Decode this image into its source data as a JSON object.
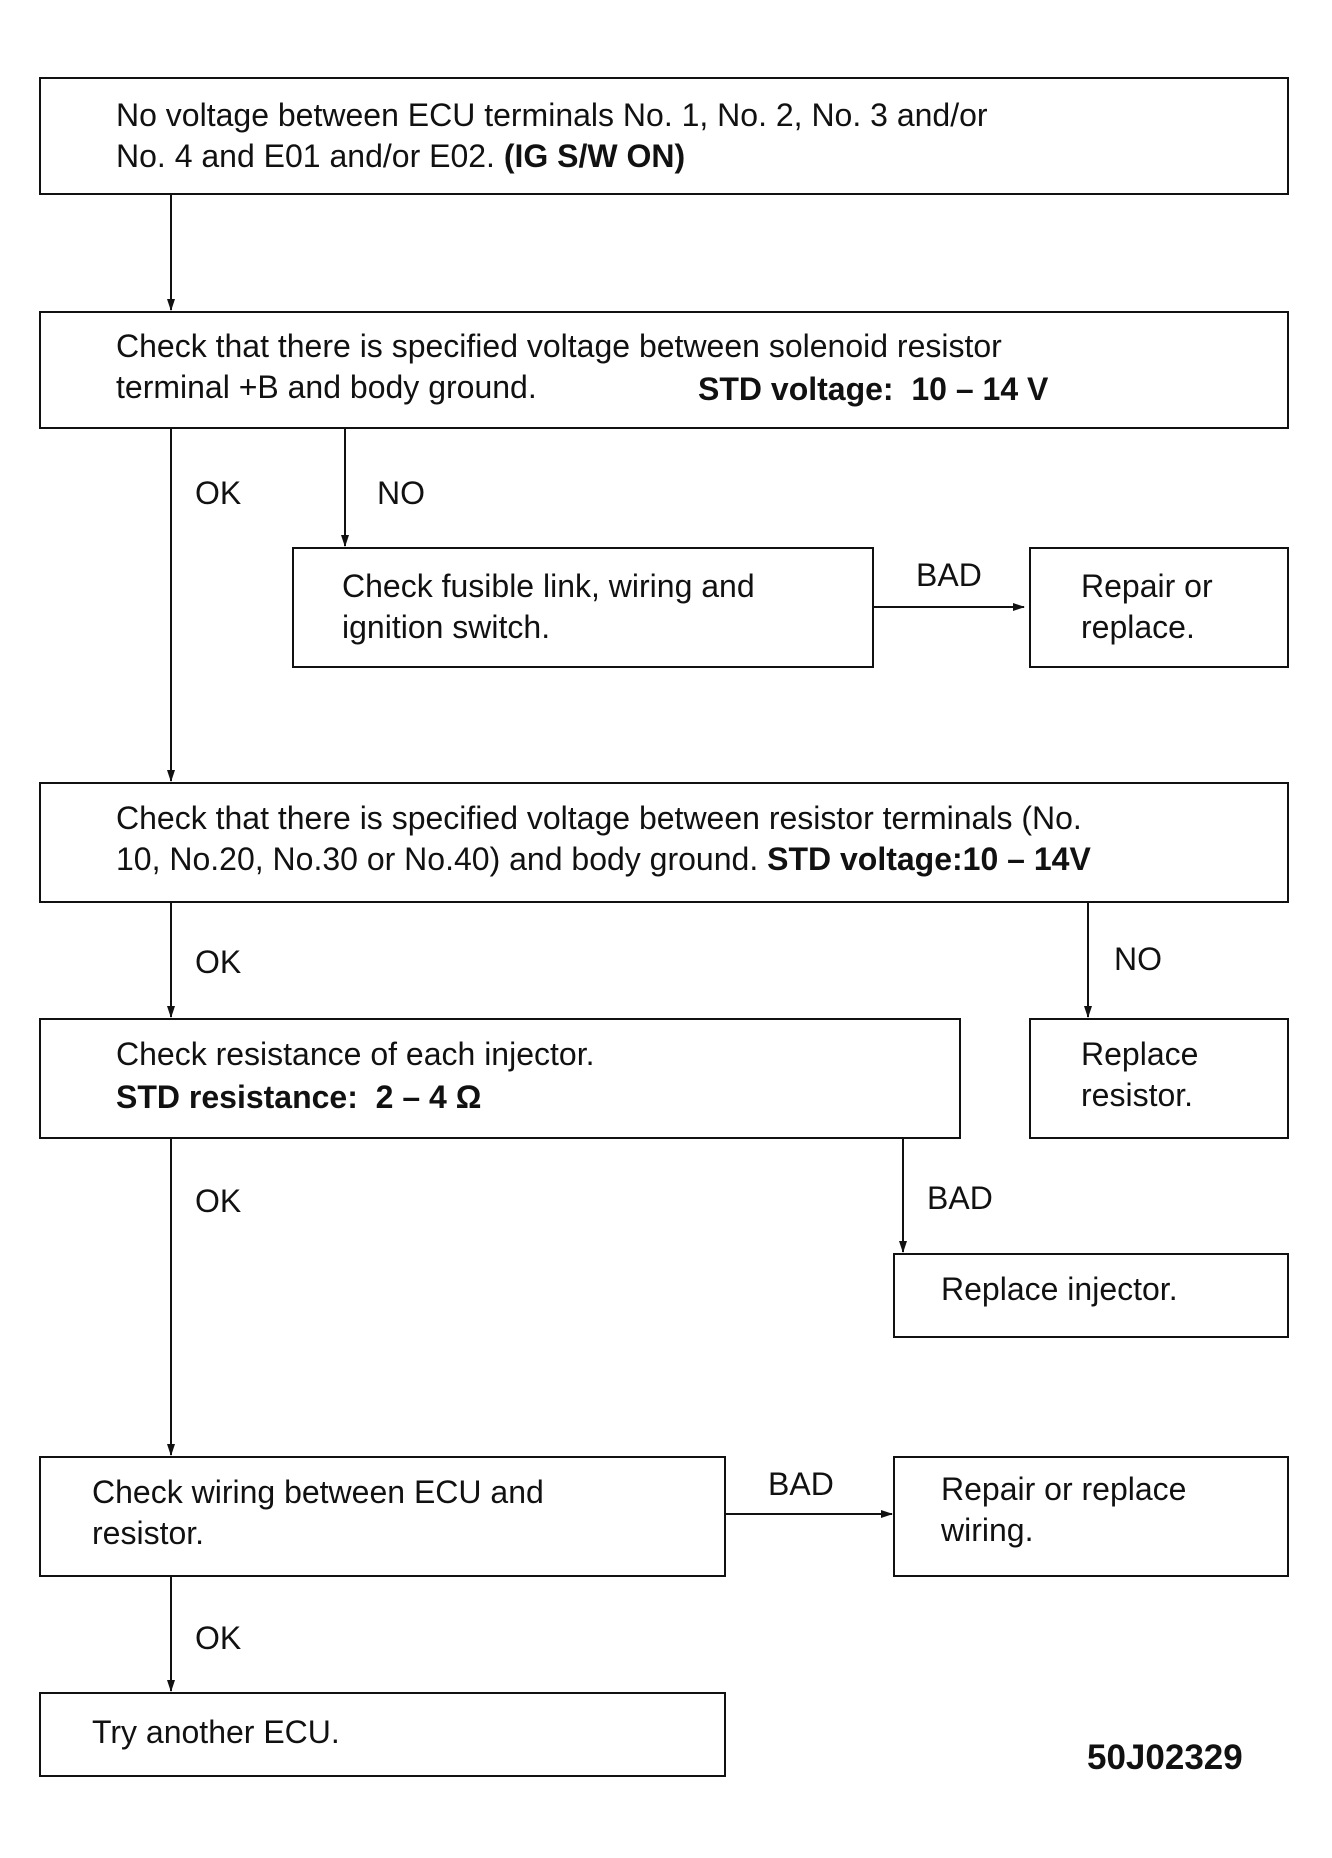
{
  "nodes": {
    "n1": {
      "line1": "No voltage between ECU terminals No. 1, No. 2, No. 3 and/or",
      "line2a": "No. 4 and E01 and/or E02. ",
      "line2b": "(IG S/W ON)"
    },
    "n2": {
      "line1": "Check that there is specified voltage between solenoid resistor",
      "line2a": "terminal +B and body ground.",
      "line2b": "STD voltage:  10 – 14 V"
    },
    "n3": {
      "line1": "Check fusible link, wiring and",
      "line2": "ignition switch."
    },
    "n4": {
      "line1": "Repair or",
      "line2": "replace."
    },
    "n5": {
      "line1": "Check that there is specified voltage between resistor terminals (No.",
      "line2a": "10, No.20, No.30 or No.40) and body ground. ",
      "line2b": "STD voltage:10 – 14V"
    },
    "n6": {
      "line1": "Check resistance of each injector.",
      "line2": "STD resistance:  2 – 4 Ω"
    },
    "n7": {
      "line1": "Replace",
      "line2": "resistor."
    },
    "n8": {
      "line1": "Replace injector."
    },
    "n9": {
      "line1": "Check wiring between ECU and",
      "line2": "resistor."
    },
    "n10": {
      "line1": "Repair or replace",
      "line2": "wiring."
    },
    "n11": {
      "line1": "Try another ECU."
    }
  },
  "labels": {
    "ok1": "OK",
    "no1": "NO",
    "bad1": "BAD",
    "ok2": "OK",
    "no2": "NO",
    "ok3": "OK",
    "bad2": "BAD",
    "bad3": "BAD",
    "ok4": "OK"
  },
  "figure_code": "50J02329"
}
